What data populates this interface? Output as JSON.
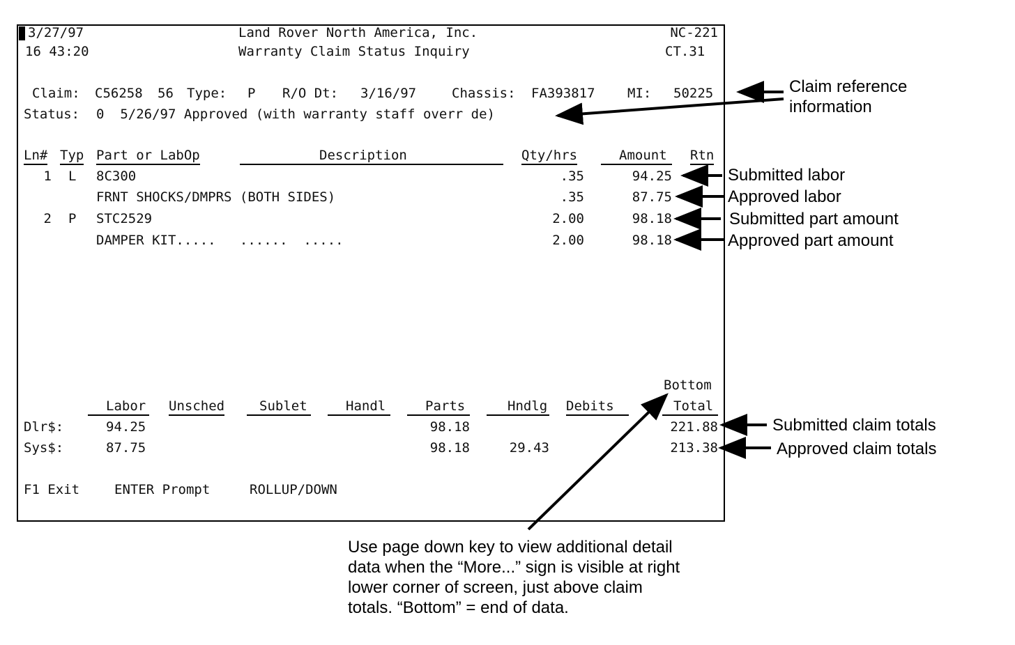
{
  "header": {
    "date": "3/27/97",
    "time": "16 43:20",
    "company": "Land Rover North America, Inc.",
    "screen_title": "Warranty Claim Status Inquiry",
    "screen_code": "NC-221",
    "terminal_id": "CT.31"
  },
  "claim": {
    "claim_label": "Claim:",
    "claim_number": "C56258",
    "claim_suffix": "56",
    "type_label": "Type:",
    "type_value": "P",
    "ro_date_label": "R/O Dt:",
    "ro_date": "3/16/97",
    "chassis_label": "Chassis:",
    "chassis_value": "FA393817",
    "mi_label": "MI:",
    "mi_value": "50225",
    "status_label": "Status:",
    "status_line": "0  5/26/97 Approved (with warranty staff overr de)"
  },
  "lines_table": {
    "columns": {
      "ln": "Ln#",
      "typ": "Typ",
      "part": "Part or LabOp",
      "desc": "Description",
      "qty": "Qty/hrs",
      "amount": "Amount",
      "rtn": "Rtn"
    },
    "rows": [
      {
        "ln": "1",
        "typ": "L",
        "part": "8C300",
        "desc": "",
        "qty": ".35",
        "amount": "94.25"
      },
      {
        "ln": "",
        "typ": "",
        "part": "FRNT SHOCKS/DMPRS (BOTH SIDES)",
        "desc": "",
        "qty": ".35",
        "amount": "87.75"
      },
      {
        "ln": "2",
        "typ": "P",
        "part": "STC2529",
        "desc": "",
        "qty": "2.00",
        "amount": "98.18"
      },
      {
        "ln": "",
        "typ": "",
        "part": "DAMPER KIT.....   ......  .....",
        "desc": "",
        "qty": "2.00",
        "amount": "98.18"
      }
    ]
  },
  "totals": {
    "bottom_indicator": "Bottom",
    "columns": {
      "labor": "Labor",
      "unsched": "Unsched",
      "sublet": "Sublet",
      "handl": "Handl",
      "parts": "Parts",
      "hndlg": "Hndlg",
      "debits": "Debits",
      "total": "Total"
    },
    "rows": [
      {
        "label": "Dlr$:",
        "labor": "94.25",
        "parts": "98.18",
        "hndlg": "",
        "total": "221.88"
      },
      {
        "label": "Sys$:",
        "labor": "87.75",
        "parts": "98.18",
        "hndlg": "29.43",
        "total": "213.38"
      }
    ]
  },
  "function_keys": {
    "f1": "F1 Exit",
    "enter": "ENTER Prompt",
    "roll": "ROLLUP/DOWN"
  },
  "annotations": {
    "claim_ref_line1": "Claim reference",
    "claim_ref_line2": "information",
    "submitted_labor": "Submitted labor",
    "approved_labor": "Approved labor",
    "submitted_part": "Submitted part amount",
    "approved_part": "Approved part amount",
    "submitted_totals": "Submitted claim totals",
    "approved_totals": "Approved claim totals",
    "page_down_note": "Use page down key to view additional detail\ndata when the “More...” sign is visible at right\nlower corner of screen, just above claim\ntotals. “Bottom” = end of data."
  }
}
